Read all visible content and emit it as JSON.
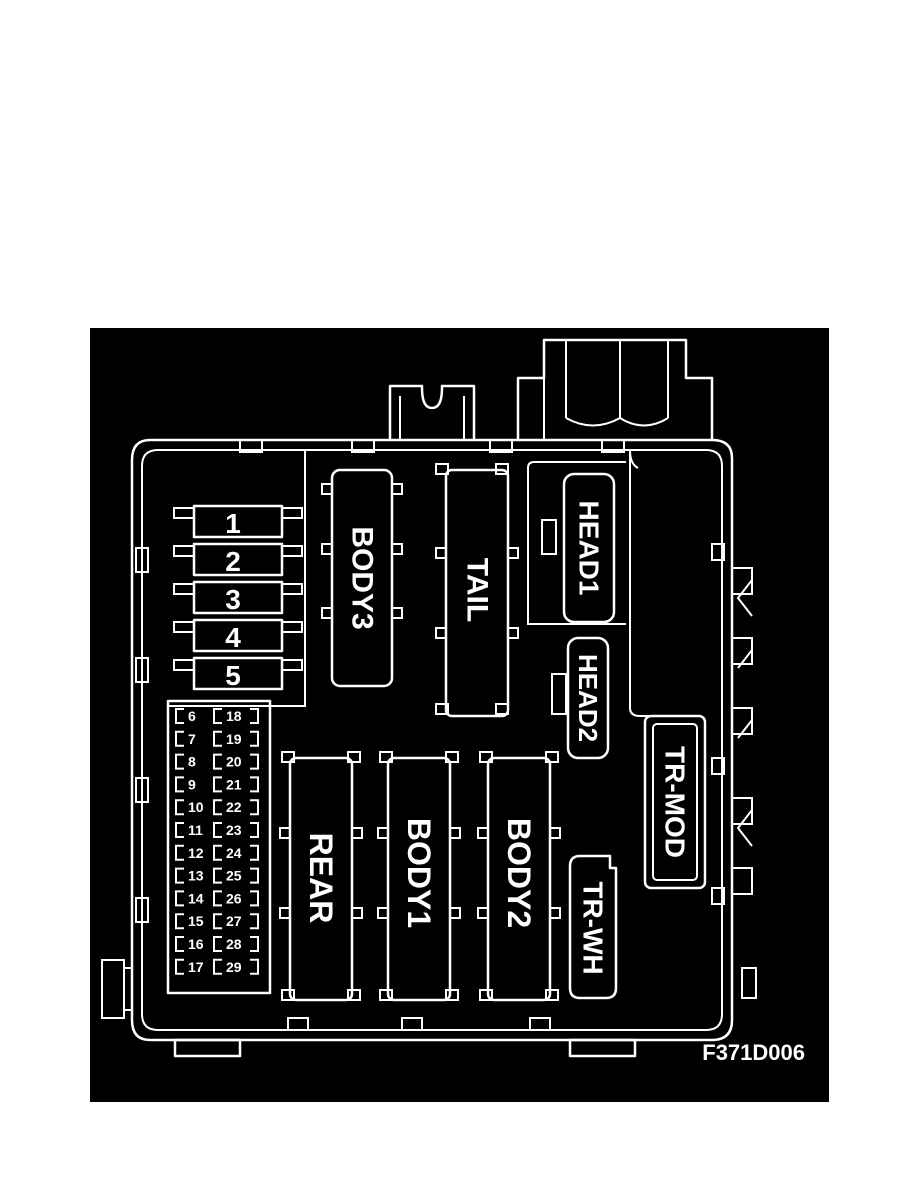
{
  "diagram": {
    "figure_code": "F371D006",
    "small_fuses_left": [
      "1",
      "2",
      "3",
      "4",
      "5"
    ],
    "mini_fuses_col1": [
      "6",
      "7",
      "8",
      "9",
      "10",
      "11",
      "12",
      "13",
      "14",
      "15",
      "16",
      "17"
    ],
    "mini_fuses_col2": [
      "18",
      "19",
      "20",
      "21",
      "22",
      "23",
      "24",
      "25",
      "26",
      "27",
      "28",
      "29"
    ],
    "relays": {
      "body3": "BODY3",
      "tail": "TAIL",
      "head1": "HEAD1",
      "head2": "HEAD2",
      "tr_mod": "TR-MOD",
      "rear": "REAR",
      "body1": "BODY1",
      "body2": "BODY2",
      "tr_wh": "TR-WH"
    }
  },
  "colors": {
    "background": "#000000",
    "line": "#ffffff",
    "page": "#ffffff"
  }
}
